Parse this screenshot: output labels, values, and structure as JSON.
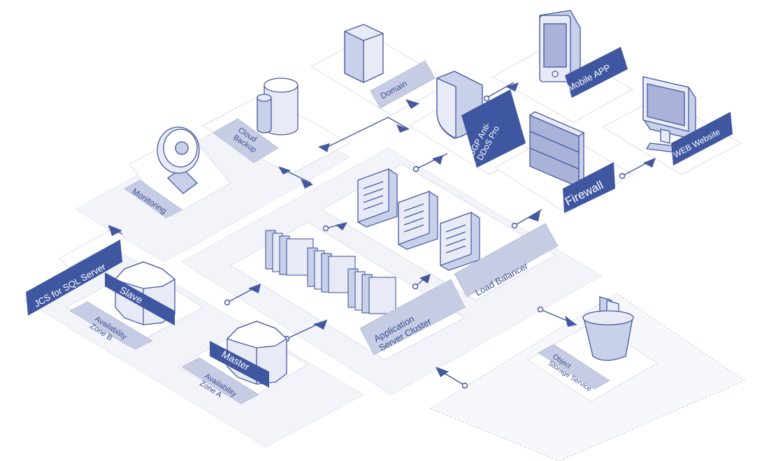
{
  "colors": {
    "navy": "#3f57a0",
    "label_light": "#c6cce3",
    "platform": "#f3f4fa",
    "platform_edge": "#dfe2ee",
    "device_light": "#e8ebf6",
    "device_mid": "#c9d0ea",
    "device_dark": "#a9b3da",
    "line": "#44589f"
  },
  "labels": {
    "domain": "Domain",
    "cloud_backup": "Cloud\nBackup",
    "monitoring": "Monitoring",
    "bgp": "BGP Anti-\nDDoS Pro",
    "mobile_app": "Mobile APP",
    "web_website": "WEB Website",
    "firewall": "Firewall",
    "load_balancer": "Load Balancer",
    "app_cluster": "Application\nServer Cluster",
    "jcs_sql": "JCS for SQL Server",
    "slave": "Slave",
    "master": "Master",
    "zone_b": "Availability\nZone B",
    "zone_a": "Availability\nZone A",
    "object_storage": "Object\nStorage Service"
  },
  "icons": [
    "domain-server-icon",
    "cloud-backup-icon",
    "monitoring-camera-icon",
    "bgp-shield-icon",
    "mobile-phone-icon",
    "web-monitor-icon",
    "firewall-icon",
    "load-balancer-server-icon",
    "app-server-blade-icon",
    "database-icon",
    "object-storage-bucket-icon"
  ]
}
